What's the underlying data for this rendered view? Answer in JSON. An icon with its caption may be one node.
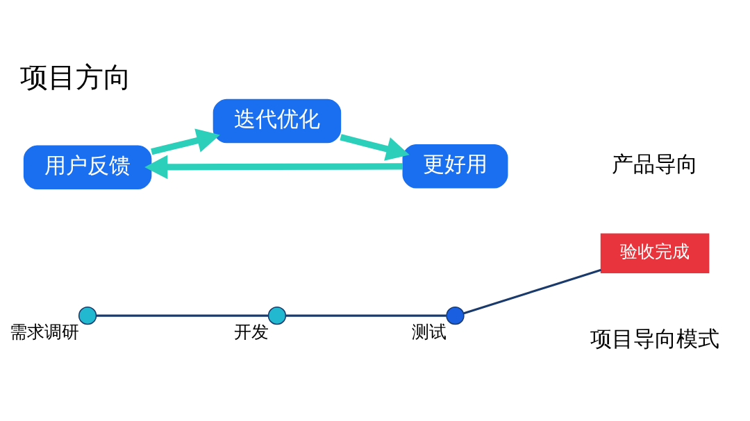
{
  "diagram": {
    "title": "项目方向",
    "nodes": [
      {
        "text": [],
        "shape": "circle",
        "beside": [
          "需求调研"
        ]
      },
      {
        "text": [],
        "shape": "circle",
        "beside": [
          "开发"
        ]
      },
      {
        "text": [],
        "shape": "circle",
        "beside": [
          "测试"
        ]
      },
      {
        "text": [
          "验收完成"
        ]
      },
      {
        "text": [
          "用户反馈"
        ]
      },
      {
        "text": [
          "迭代优化"
        ]
      },
      {
        "text": [
          "更好用"
        ]
      }
    ],
    "edges": [
      {
        "from": 0,
        "to": 1,
        "arrow": "none"
      },
      {
        "from": 1,
        "to": 2,
        "arrow": "none"
      },
      {
        "from": 2,
        "to": 3,
        "arrow": "none"
      },
      {
        "from": 4,
        "to": 5,
        "arrow": "to",
        "style": "thick",
        "color": "#2ccfb9"
      },
      {
        "from": 5,
        "to": 6,
        "arrow": "to",
        "style": "thick",
        "color": "#2ccfb9"
      },
      {
        "from": 6,
        "to": 4,
        "arrow": "to",
        "style": "thick",
        "color": "#2ccfb9"
      }
    ],
    "labels": [
      "项目导向模式",
      "产品导向"
    ]
  }
}
